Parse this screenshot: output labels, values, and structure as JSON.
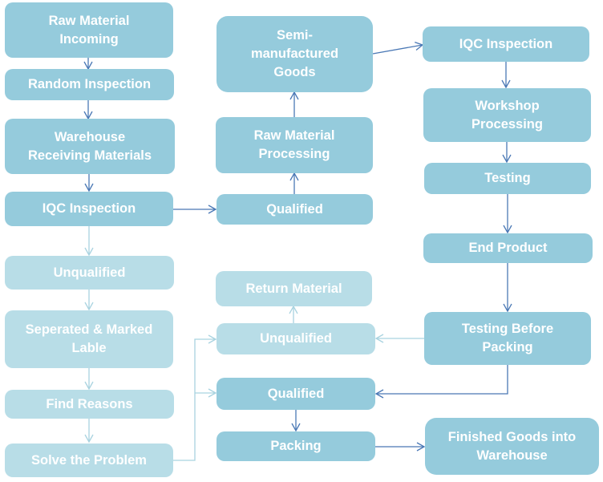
{
  "colors": {
    "node_main": "#95cbdc",
    "node_faded": "#b8dde7",
    "arrow_main": "#4a78b5",
    "arrow_faded": "#a9d3e0",
    "text": "#ffffff"
  },
  "nodes": {
    "raw_material_incoming": "Raw Material\nIncoming",
    "random_inspection": "Random Inspection",
    "warehouse_receiving": "Warehouse\nReceiving Materials",
    "iqc_inspection_left": "IQC Inspection",
    "unqualified_left": "Unqualified",
    "separated_marked": "Seperated & Marked\nLable",
    "find_reasons": "Find Reasons",
    "solve_problem": "Solve the Problem",
    "semi_manufactured": "Semi-\nmanufactured\nGoods",
    "raw_material_processing": "Raw Material\nProcessing",
    "qualified_top": "Qualified",
    "return_material": "Return Material",
    "unqualified_mid": "Unqualified",
    "qualified_bottom": "Qualified",
    "packing": "Packing",
    "iqc_inspection_right": "IQC Inspection",
    "workshop_processing": "Workshop\nProcessing",
    "testing": "Testing",
    "end_product": "End Product",
    "testing_before_packing": "Testing Before\nPacking",
    "finished_goods": "Finished Goods into\nWarehouse"
  }
}
